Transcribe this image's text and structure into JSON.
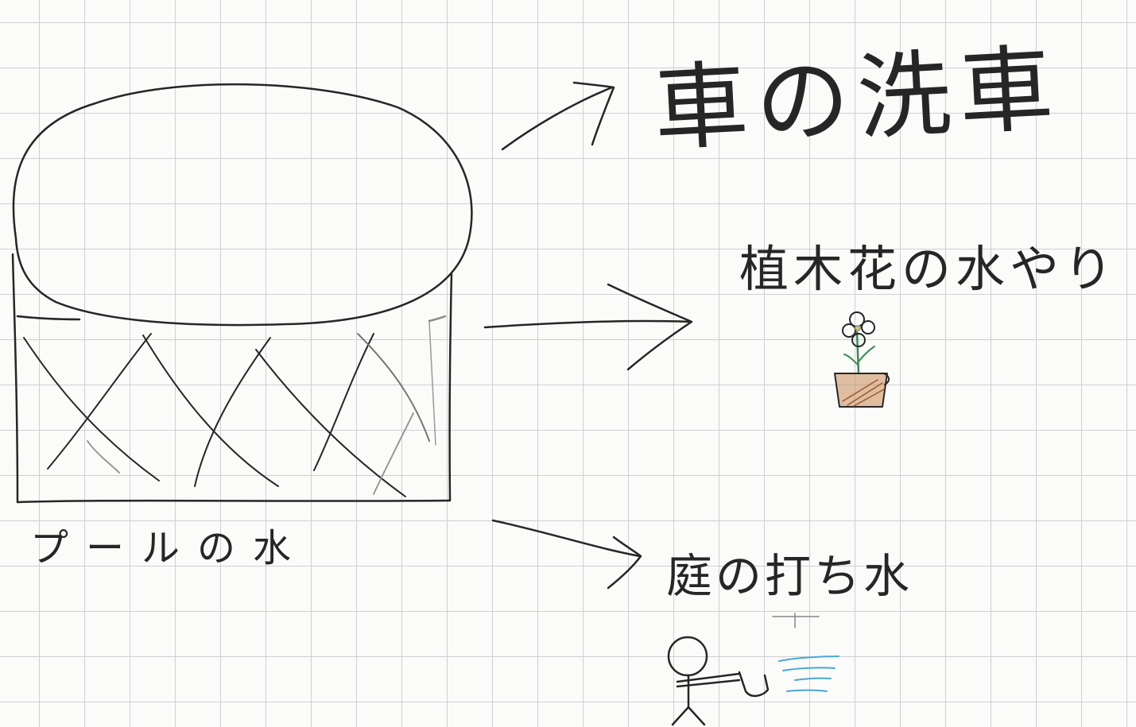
{
  "labels": {
    "top_strip": "",
    "car_wash": "車の洗車",
    "plants": "植木花の水やり",
    "pool_water": "プールの水",
    "garden_sprinkle": "庭の打ち水"
  },
  "icons": {
    "pool": "pool-drawing-icon",
    "flower_pot": "flower-pot-icon",
    "person": "stick-figure-icon",
    "water_stream": "water-stream-icon"
  },
  "colors": {
    "ink": "#262626",
    "grid": "#c9ccd0",
    "flower_stem": "#3a8a55",
    "pot_fill": "#b86a3a",
    "water": "#4aa8d8",
    "top_strip": "#2a8fd8"
  }
}
